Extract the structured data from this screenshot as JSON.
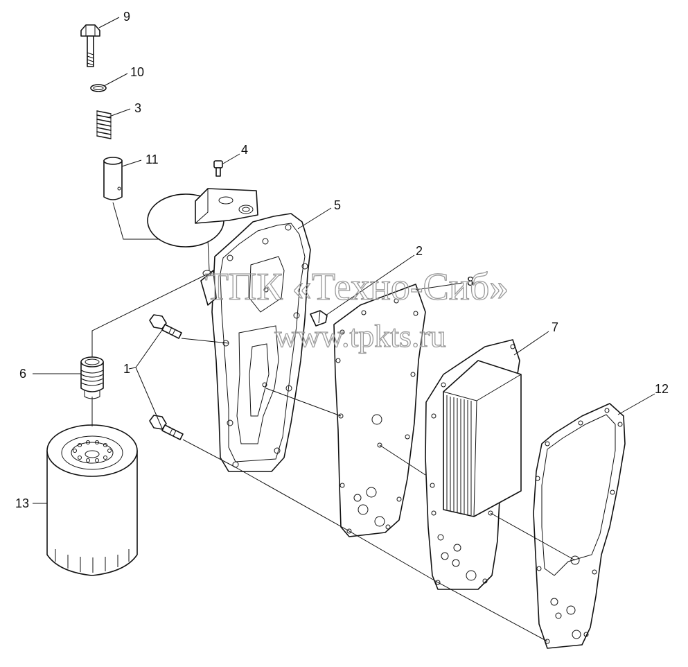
{
  "callouts": [
    {
      "id": "1",
      "text": "1"
    },
    {
      "id": "2",
      "text": "2"
    },
    {
      "id": "3",
      "text": "3"
    },
    {
      "id": "4",
      "text": "4"
    },
    {
      "id": "5",
      "text": "5"
    },
    {
      "id": "6",
      "text": "6"
    },
    {
      "id": "7",
      "text": "7"
    },
    {
      "id": "8",
      "text": "8"
    },
    {
      "id": "9",
      "text": "9"
    },
    {
      "id": "10",
      "text": "10"
    },
    {
      "id": "11",
      "text": "11"
    },
    {
      "id": "12",
      "text": "12"
    },
    {
      "id": "13",
      "text": "13"
    }
  ],
  "watermark": {
    "line1": "ТПК «Техно-Сиб»",
    "line2": "www.tpkts.ru"
  }
}
